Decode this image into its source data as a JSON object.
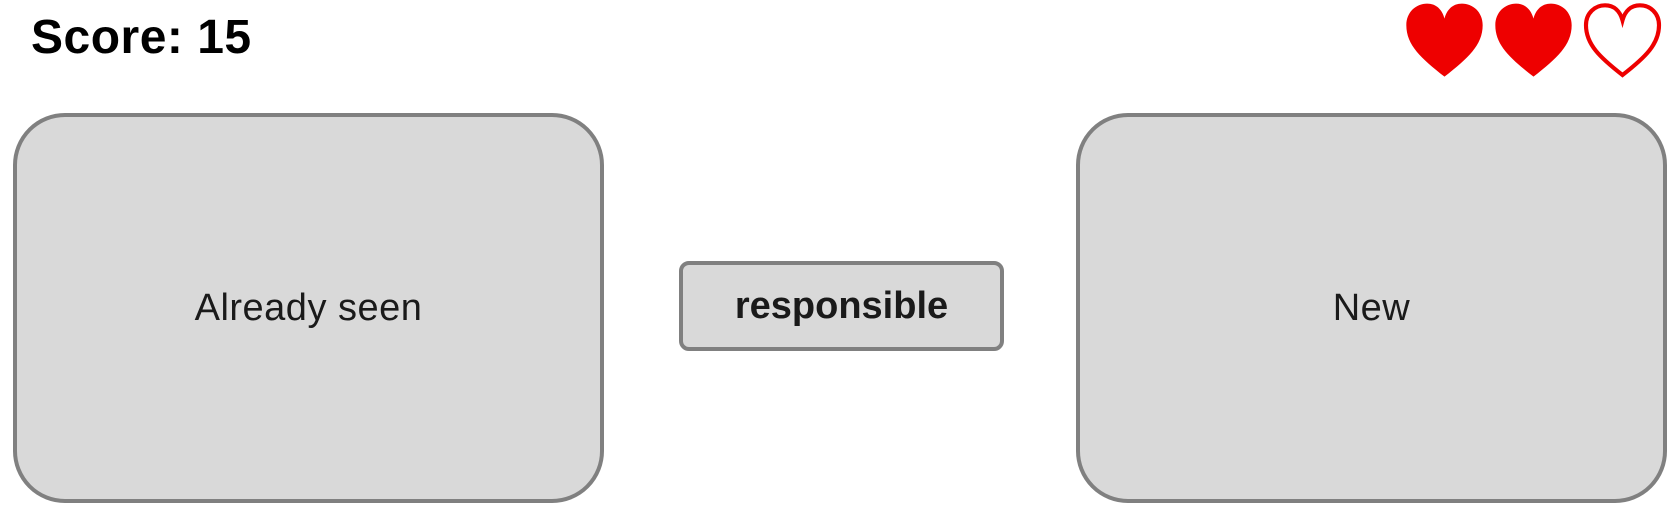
{
  "header": {
    "score_text": "Score: 15"
  },
  "lives": {
    "total": 3,
    "remaining": 2,
    "color": "#ee0000",
    "icons": [
      "heart-filled-icon",
      "heart-filled-icon",
      "heart-outline-icon"
    ]
  },
  "cards": {
    "seen_label": "Already seen",
    "new_label": "New"
  },
  "word": {
    "text": "responsible"
  },
  "colors": {
    "card_fill": "#d9d9d9",
    "card_border": "#808080"
  }
}
